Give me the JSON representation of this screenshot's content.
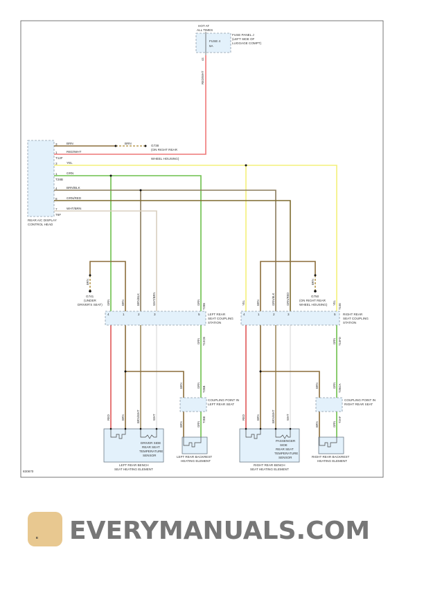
{
  "diagram_id": "830870",
  "colors": {
    "brn": "#8b6d3a",
    "red_wht": "#ee7777",
    "yel": "#f4f07a",
    "grn": "#6cbf4a",
    "brn_blk": "#8a7b5c",
    "grn_red": "#7d6a2e",
    "wht_brn": "#d8cfbf",
    "red": "#e05555",
    "brn_wht": "#a08c60",
    "wht": "#e4e4e4"
  },
  "fuse": {
    "hot_label": [
      "HOT AT",
      "ALL TIMES"
    ],
    "name": "FUSE 4",
    "rating": "5A",
    "panel": [
      "FUSE PANEL J",
      "(LEFT SIDE OF",
      "LUGGAGE COMPT)"
    ],
    "pin": "44",
    "wire": "RED/WHT"
  },
  "control_head": {
    "label": [
      "REAR A/C DISPLAY",
      "CONTROL HEAD"
    ],
    "wires": [
      {
        "pin": "3",
        "color": "BRN"
      },
      {
        "pin": "1",
        "color": "RED/WHT",
        "conn": "T12F"
      },
      {
        "pin": "3",
        "color": "YEL"
      },
      {
        "pin": "1",
        "color": "GRN",
        "conn": "T28B"
      },
      {
        "pin": "4",
        "color": "BRN/BLK"
      },
      {
        "pin": "8",
        "color": "GRN/RED"
      },
      {
        "pin": "7",
        "color": "WHT/BRN",
        "conn": "T6F"
      }
    ]
  },
  "ground_g738": {
    "wire": "BRN",
    "label": [
      "G738",
      "(ON RIGHT REAR",
      "WHEEL HOUSING)"
    ]
  },
  "ground_g741": {
    "wire": "BRN",
    "label": [
      "G741",
      "(UNDER",
      "DRIVER'S SEAT)"
    ]
  },
  "ground_g750": {
    "wire": "BRN",
    "label": [
      "G750",
      "(ON RIGHT REAR",
      "WHEEL HOUSING)"
    ]
  },
  "left": {
    "station": [
      "LEFT REAR",
      "SEAT COUPLING",
      "STATION"
    ],
    "top_wires": [
      "GRN",
      "BRN",
      "BRN/BLK",
      "WHT/BRN",
      "GRN"
    ],
    "top_pins": [
      "4",
      "1",
      "2",
      "3",
      "5"
    ],
    "bottom_wires": [
      "RED",
      "BRN",
      "BRN/WHT",
      "WHT"
    ],
    "conn_top": "T28B",
    "conn_bottom": "T10CB",
    "grn_below": "GRN",
    "coupling": [
      "COUPLING POINT IN",
      "LEFT REAR SEAT"
    ],
    "coupling_wires_top": [
      "BRN",
      "GRN"
    ],
    "coupling_conn_top": "T2BB",
    "coupling_wires_bottom": [
      "BRN",
      "GRN"
    ],
    "coupling_conn_bottom": "T2BE",
    "sensor": [
      "DRIVER SIDE",
      "REAR SEAT",
      "TEMPERATURE",
      "SENSOR"
    ],
    "bench": [
      "LEFT REAR BENCH",
      "SEAT HEATING ELEMENT"
    ],
    "backrest": [
      "LEFT REAR BACKREST",
      "HEATING ELEMENT"
    ]
  },
  "right": {
    "station": [
      "RIGHT REAR",
      "SEAT COUPLING",
      "STATION"
    ],
    "top_wires": [
      "YEL",
      "BRN",
      "GRN/BLK",
      "GRN/RED",
      "YEL"
    ],
    "top_pins": [
      "4",
      "1",
      "2",
      "3",
      "5"
    ],
    "bottom_wires": [
      "RED",
      "BRN",
      "BRN/WHT",
      "WHT"
    ],
    "conn_top": "T10E",
    "conn_bottom": "T10FD",
    "grn_below": "GRN",
    "coupling": [
      "COUPLING POINT IN",
      "RIGHT REAR SEAT"
    ],
    "coupling_wires_top": [
      "BRN",
      "GRN"
    ],
    "coupling_conn_top": "T2BCA",
    "coupling_wires_bottom": [
      "BRN",
      "GRN"
    ],
    "coupling_conn_bottom": "T2AF",
    "sensor": [
      "PASSENGER",
      "SIDE",
      "REAR SEAT",
      "TEMPERATURE",
      "SENSOR"
    ],
    "bench": [
      "RIGHT REAR BENCH",
      "SEAT HEATING ELEMENT"
    ],
    "backrest": [
      "RIGHT REAR BACKREST",
      "HEATING ELEMENT"
    ]
  },
  "watermark": "EVERYMANUALS.COM"
}
